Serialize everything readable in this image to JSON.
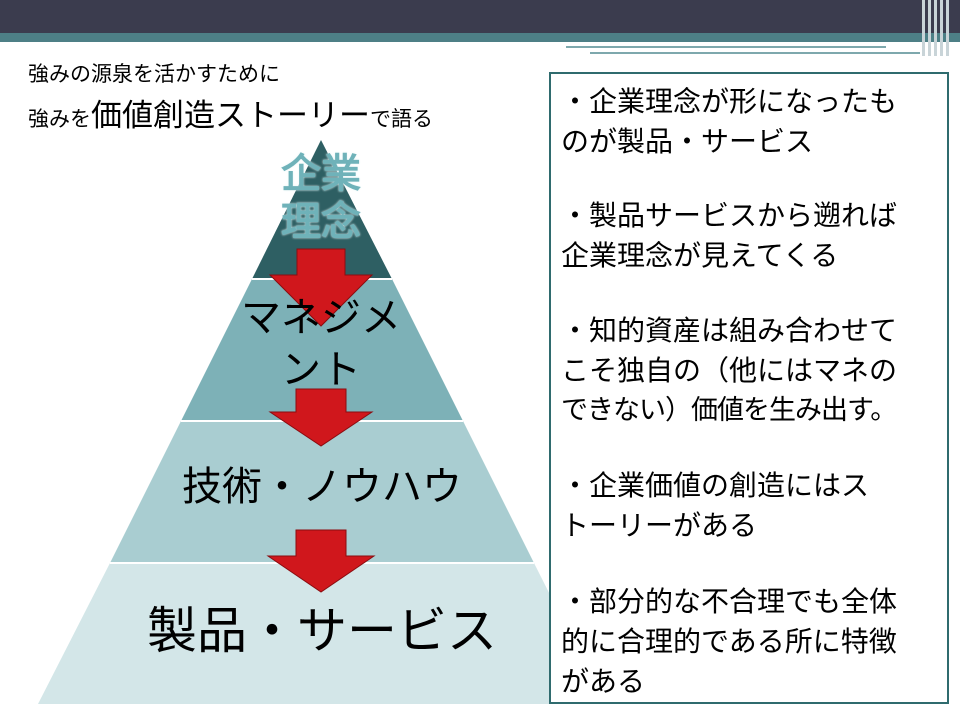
{
  "slide": {
    "heading_line1": "強みの源泉を活かすために",
    "heading_line2": {
      "pre": "強みを",
      "emphasis": "価値創造ストーリー",
      "post": "で語る"
    }
  },
  "pyramid": {
    "tiers": [
      {
        "label_lines": [
          "企業",
          "理念"
        ],
        "color": "#2e5f63"
      },
      {
        "label_lines": [
          "マネジメ",
          "ント"
        ],
        "color": "#7db1b7"
      },
      {
        "label_lines": [
          "技術・ノウハウ"
        ],
        "color": "#a9cdd1"
      },
      {
        "label_lines": [
          "製品・サービス"
        ],
        "color": "#d3e6e8"
      }
    ],
    "arrow_color": "#d0171c"
  },
  "bullets": [
    {
      "lines": [
        "・企業理念が形になったも",
        "のが製品・サービス"
      ]
    },
    {
      "lines": [
        "・製品サービスから遡れば",
        "企業理念が見えてくる"
      ]
    },
    {
      "lines": [
        "・知的資産は組み合わせて",
        "こそ独自の（他にはマネの",
        "できない）価値を生み出す。"
      ]
    },
    {
      "lines": [
        "・企業価値の創造にはス",
        "トーリーがある"
      ]
    },
    {
      "lines": [
        "・部分的な不合理でも全体",
        "的に合理的である所に特徴",
        "がある"
      ]
    }
  ],
  "colors": {
    "title_bar": "#3b3c4e",
    "accent_bar": "#4d7f86",
    "panel_border": "#2f6b6e",
    "tier1_text": "#6fb2b9"
  }
}
